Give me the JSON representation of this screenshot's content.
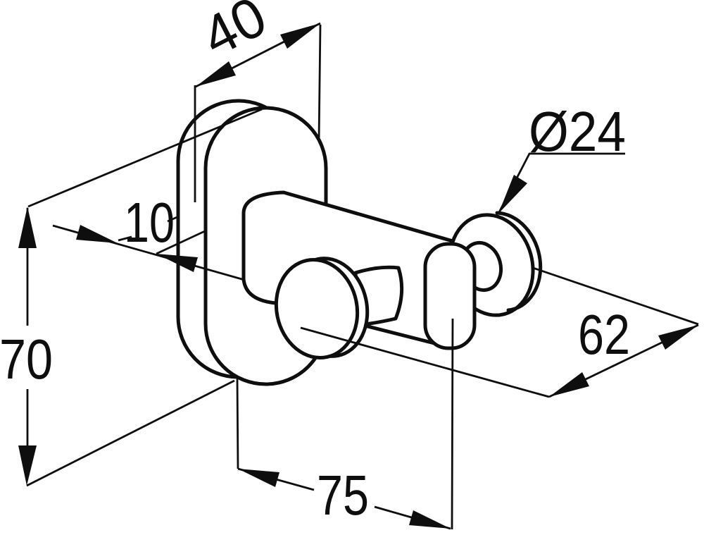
{
  "page": {
    "background": "#ffffff",
    "line_color": "#0e0e0e"
  },
  "drawing": {
    "kind": "dimensioned technical line drawing",
    "subject": "wall-mounted double hook with oval backplate",
    "units_shown": "numeric only"
  },
  "labels": {
    "plate_width": "40",
    "knob_diameter": "Ø24",
    "plate_thickness": "10",
    "plate_height": "70",
    "end_offset": "62",
    "projection": "75"
  }
}
